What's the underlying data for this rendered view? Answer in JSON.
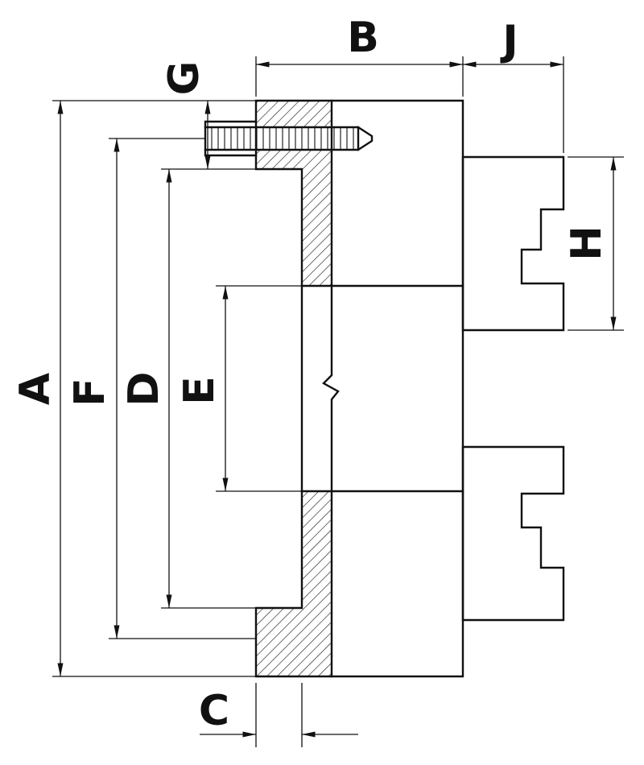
{
  "diagram": {
    "background_color": "#ffffff",
    "line_color": "#111111",
    "dimension_labels": {
      "A": "A",
      "B": "B",
      "C": "C",
      "D": "D",
      "E": "E",
      "F": "F",
      "G": "G",
      "H": "H",
      "J": "J"
    }
  }
}
